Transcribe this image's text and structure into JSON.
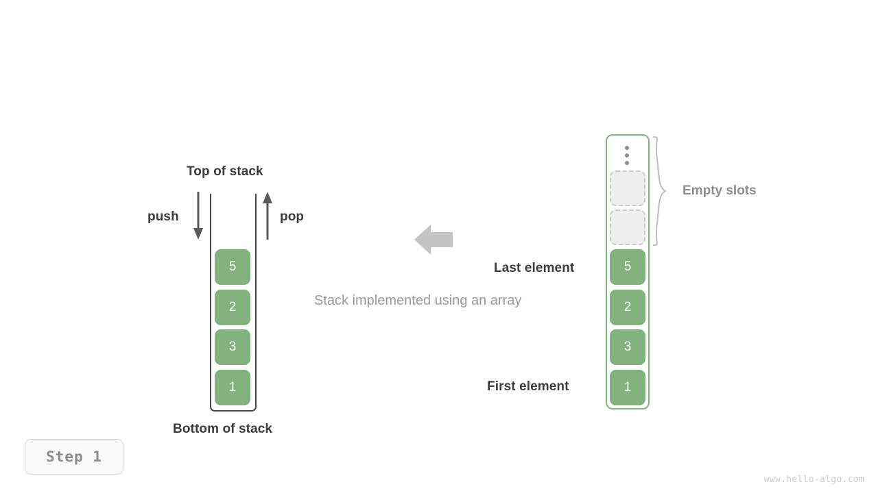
{
  "diagram": {
    "caption": "Stack implemented using an array",
    "watermark": "www.hello-algo.com",
    "step_badge": "Step 1",
    "colors": {
      "element_fill": "#82b37f",
      "element_text": "#ffffff",
      "stack_border": "#4a4a4a",
      "array_border": "#7eb37b",
      "empty_slot_fill": "#eeeeee",
      "empty_slot_border": "#c9c9c9",
      "label_dark": "#3c3c3c",
      "label_gray": "#8f8f8f",
      "caption_gray": "#9a9a9a",
      "arrow_gray": "#5a5a5a",
      "big_arrow_gray": "#c4c4c4"
    }
  },
  "stack": {
    "top_label": "Top of stack",
    "bottom_label": "Bottom of stack",
    "push_label": "push",
    "pop_label": "pop",
    "values": [
      "5",
      "2",
      "3",
      "1"
    ]
  },
  "array": {
    "empty_slots_label": "Empty slots",
    "last_element_label": "Last element",
    "first_element_label": "First element",
    "ellipsis": "vertical-ellipsis",
    "empty_slot_count": 2,
    "values": [
      "5",
      "2",
      "3",
      "1"
    ]
  }
}
